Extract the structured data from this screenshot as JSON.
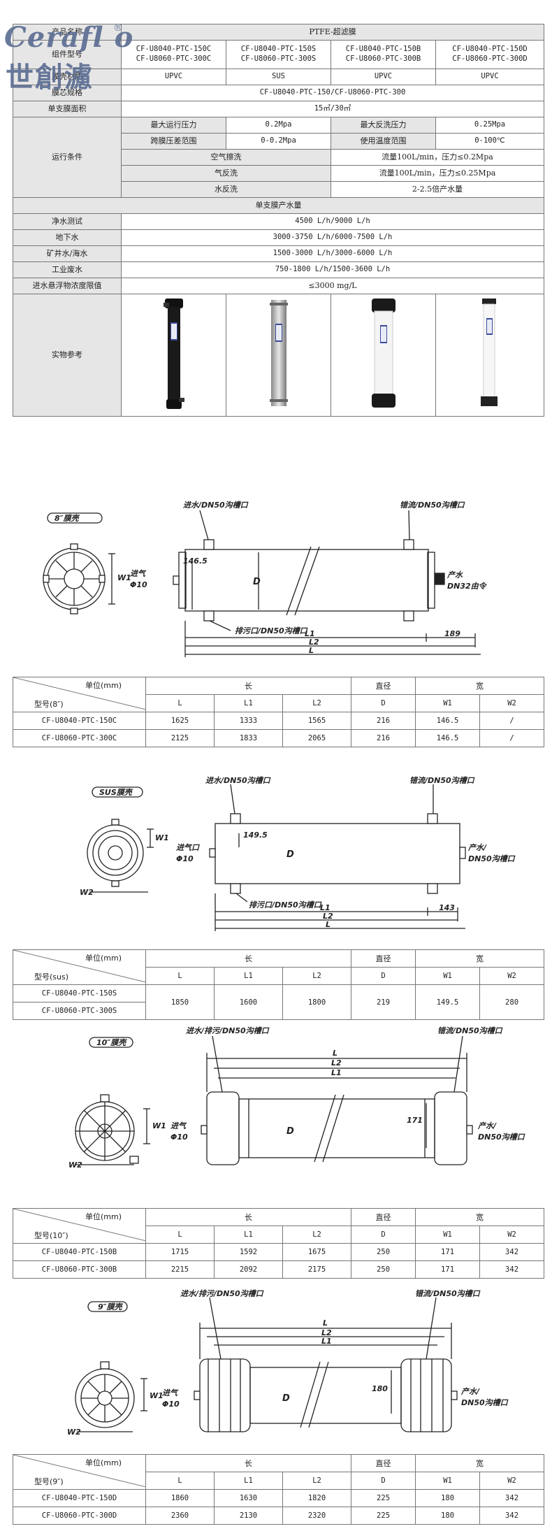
{
  "brand": {
    "logo_en": "Cerafl o",
    "logo_cn": "世創濾",
    "registered": "®"
  },
  "spec": {
    "product_label": "产品名称",
    "product_value": "PTFE-超滤膜",
    "model_label": "组件型号",
    "models": [
      [
        "CF-U8040-PTC-150C",
        "CF-U8060-PTC-300C"
      ],
      [
        "CF-U8040-PTC-150S",
        "CF-U8060-PTC-300S"
      ],
      [
        "CF-U8040-PTC-150B",
        "CF-U8060-PTC-300B"
      ],
      [
        "CF-U8040-PTC-150D",
        "CF-U8060-PTC-300D"
      ]
    ],
    "shell_label": "膜壳材质",
    "shells": [
      "UPVC",
      "SUS",
      "UPVC",
      "UPVC"
    ],
    "core_label": "膜芯规格",
    "core_value": "CF-U8040-PTC-150/CF-U8060-PTC-300",
    "area_label": "单支膜面积",
    "area_value": "15㎡/30㎡",
    "op_label": "运行条件",
    "op": {
      "max_pressure_label": "最大运行压力",
      "max_pressure": "0.2Mpa",
      "max_back_label": "最大反洗压力",
      "max_back": "0.25Mpa",
      "tmp_label": "跨膜压差范围",
      "tmp": "0-0.2Mpa",
      "temp_label": "使用温度范围",
      "temp": "0-100℃",
      "air_scour_label": "空气擦洗",
      "air_scour": "流量100L/min，压力≤0.2Mpa",
      "air_back_label": "气反洗",
      "air_back": "流量100L/min，压力≤0.25Mpa",
      "water_back_label": "水反洗",
      "water_back": "2-2.5倍产水量"
    },
    "yield_header": "单支膜产水量",
    "yield": [
      {
        "label": "净水测试",
        "value": "4500 L/h/9000 L/h"
      },
      {
        "label": "地下水",
        "value": "3000-3750 L/h/6000-7500 L/h"
      },
      {
        "label": "矿井水/海水",
        "value": "1500-3000 L/h/3000-6000 L/h"
      },
      {
        "label": "工业废水",
        "value": "750-1800 L/h/1500-3600 L/h"
      },
      {
        "label": "进水悬浮物浓度限值",
        "value": "≤3000 mg/L"
      }
    ],
    "photo_label": "实物参考"
  },
  "d8": {
    "tag": "8″膜壳",
    "inlet": "进水/DN50沟槽口",
    "conc": "错流/DN50沟槽口",
    "air": "进气",
    "air_size": "Φ10",
    "outlet": "产水",
    "outlet_size": "DN32由令",
    "drain": "排污口/DN50沟槽口",
    "dim_146": "146.5",
    "dim_d": "D",
    "w1": "W1",
    "l": "L",
    "l1": "L1",
    "l2": "L2",
    "dim_189": "189"
  },
  "t8": {
    "unit": "单位(mm)",
    "model": "型号(8″)",
    "h_len": "长",
    "h_dia": "直径",
    "h_wid": "宽",
    "cols": [
      "L",
      "L1",
      "L2",
      "D",
      "W1",
      "W2"
    ],
    "rows": [
      [
        "CF-U8040-PTC-150C",
        "1625",
        "1333",
        "1565",
        "216",
        "146.5",
        "/"
      ],
      [
        "CF-U8060-PTC-300C",
        "2125",
        "1833",
        "2065",
        "216",
        "146.5",
        "/"
      ]
    ]
  },
  "dsus": {
    "tag": "SUS膜壳",
    "inlet": "进水/DN50沟槽口",
    "conc": "错流/DN50沟槽口",
    "air": "进气口",
    "air_size": "Φ10",
    "outlet": "产水/",
    "outlet_size": "DN50沟槽口",
    "drain": "排污口/DN50沟槽口",
    "dim_149": "149.5",
    "dim_d": "D",
    "w1": "W1",
    "w2": "W2",
    "l": "L",
    "l1": "L1",
    "l2": "L2",
    "dim_143": "143"
  },
  "tsus": {
    "unit": "单位(mm)",
    "model": "型号(sus)",
    "h_len": "长",
    "h_dia": "直径",
    "h_wid": "宽",
    "cols": [
      "L",
      "L1",
      "L2",
      "D",
      "W1",
      "W2"
    ],
    "rows": [
      [
        "CF-U8040-PTC-150S",
        "1850",
        "1600",
        "1800",
        "219",
        "149.5",
        "280"
      ],
      [
        "CF-U8060-PTC-300S",
        "",
        "",
        "",
        "",
        "",
        ""
      ]
    ]
  },
  "d10": {
    "tag": "10″膜壳",
    "inlet": "进水/排污/DN50沟槽口",
    "conc": "错流/DN50沟槽口",
    "air": "进气",
    "air_size": "Φ10",
    "outlet": "产水/",
    "outlet_size": "DN50沟槽口",
    "dim_171": "171",
    "dim_d": "D",
    "w1": "W1",
    "w2": "W2",
    "l": "L",
    "l1": "L1",
    "l2": "L2"
  },
  "t10": {
    "unit": "单位(mm)",
    "model": "型号(10″)",
    "h_len": "长",
    "h_dia": "直径",
    "h_wid": "宽",
    "cols": [
      "L",
      "L1",
      "L2",
      "D",
      "W1",
      "W2"
    ],
    "rows": [
      [
        "CF-U8040-PTC-150B",
        "1715",
        "1592",
        "1675",
        "250",
        "171",
        "342"
      ],
      [
        "CF-U8060-PTC-300B",
        "2215",
        "2092",
        "2175",
        "250",
        "171",
        "342"
      ]
    ]
  },
  "d9": {
    "tag": "9″膜壳",
    "inlet": "进水/排污/DN50沟槽口",
    "conc": "错流/DN50沟槽口",
    "air": "进气",
    "air_size": "Φ10",
    "outlet": "产水/",
    "outlet_size": "DN50沟槽口",
    "dim_180": "180",
    "dim_d": "D",
    "w1": "W1",
    "w2": "W2",
    "l": "L",
    "l1": "L1",
    "l2": "L2"
  },
  "t9": {
    "unit": "单位(mm)",
    "model": "型号(9″)",
    "h_len": "长",
    "h_dia": "直径",
    "h_wid": "宽",
    "cols": [
      "L",
      "L1",
      "L2",
      "D",
      "W1",
      "W2"
    ],
    "rows": [
      [
        "CF-U8040-PTC-150D",
        "1860",
        "1630",
        "1820",
        "225",
        "180",
        "342"
      ],
      [
        "CF-U8060-PTC-300D",
        "2360",
        "2130",
        "2320",
        "225",
        "180",
        "342"
      ]
    ]
  }
}
